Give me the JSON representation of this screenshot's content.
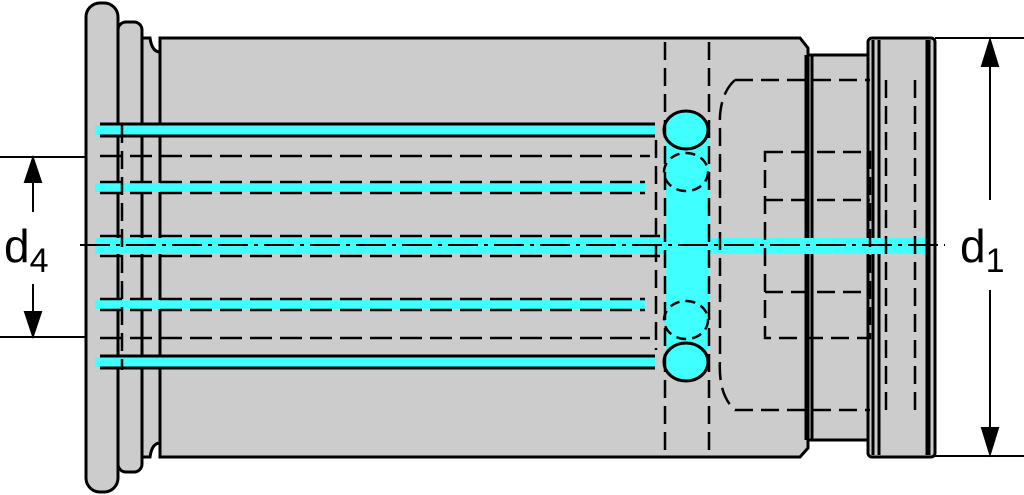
{
  "dimensions": {
    "left": {
      "symbol": "d",
      "subscript": "4"
    },
    "right": {
      "symbol": "d",
      "subscript": "1"
    }
  },
  "colors": {
    "body": "#cccccc",
    "coolant": "#40ffff",
    "outline": "#000000"
  }
}
